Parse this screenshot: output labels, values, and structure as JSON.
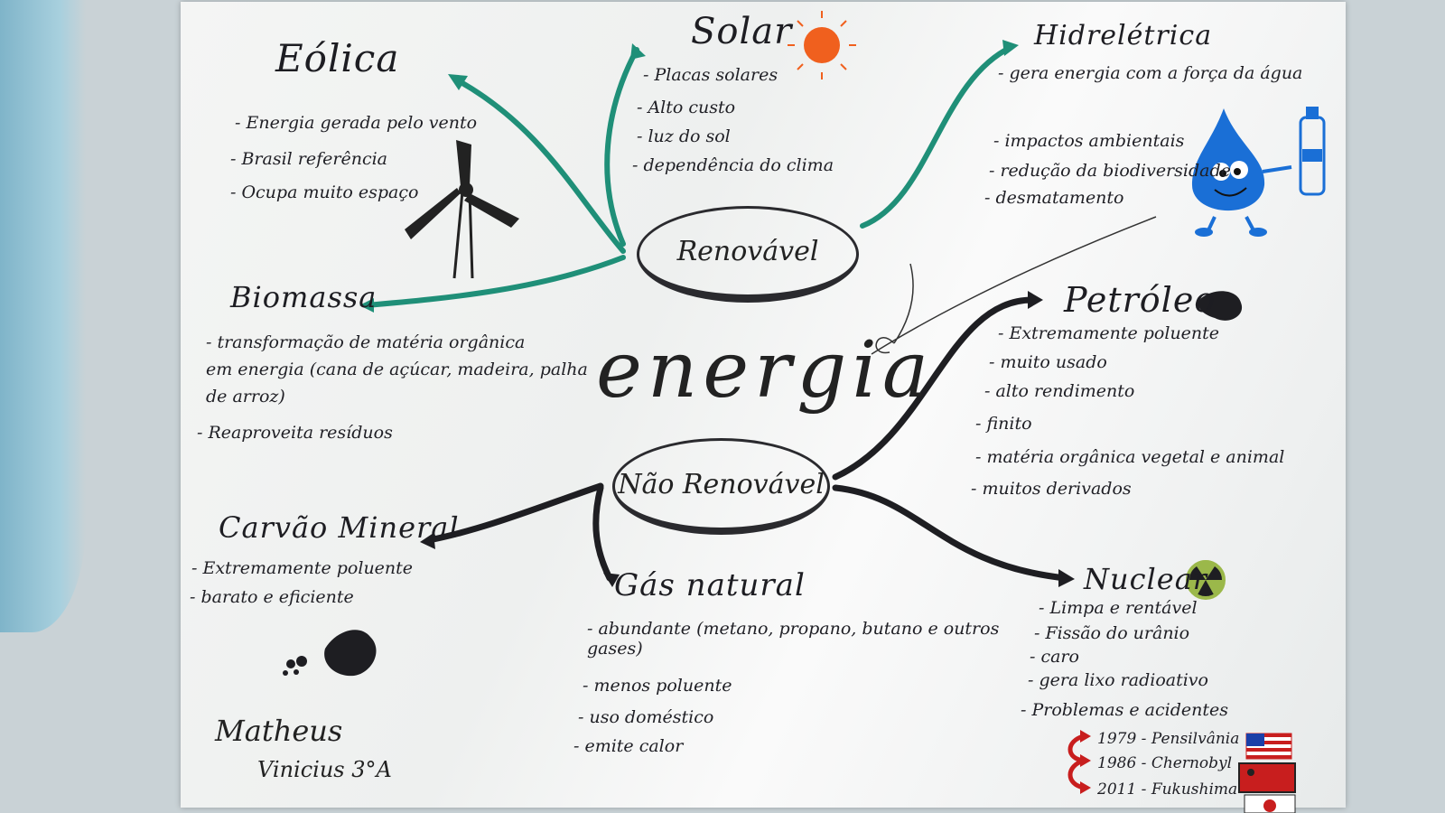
{
  "center": "energia",
  "hubs": {
    "renewable": "Renovável",
    "nonrenewable": "Não Renovável"
  },
  "eolica": {
    "title": "Eólica",
    "items": [
      "- Energia gerada pelo vento",
      "- Brasil referência",
      "- Ocupa muito espaço"
    ]
  },
  "solar": {
    "title": "Solar",
    "items": [
      "- Placas solares",
      "- Alto custo",
      "- luz do sol",
      "- dependência do clima"
    ]
  },
  "hidreletrica": {
    "title": "Hidrelétrica",
    "items": [
      "- gera energia com a força da água",
      "- impactos ambientais",
      "- redução da biodiversidade",
      "- desmatamento"
    ]
  },
  "biomassa": {
    "title": "Biomassa",
    "items": [
      "- transformação de matéria orgânica",
      "em energia (cana de açúcar, madeira, palha",
      "de arroz)",
      "- Reaproveita resíduos"
    ]
  },
  "petroleo": {
    "title": "Petróleo",
    "items": [
      "- Extremamente poluente",
      "- muito usado",
      "- alto rendimento",
      "- finito",
      "- matéria orgânica vegetal e animal",
      "- muitos derivados"
    ]
  },
  "carvao": {
    "title": "Carvão Mineral",
    "items": [
      "- Extremamente poluente",
      "- barato e eficiente"
    ]
  },
  "gas": {
    "title": "Gás natural",
    "items": [
      "- abundante (metano, propano, butano e outros gases)",
      "- menos poluente",
      "- uso doméstico",
      "- emite calor"
    ]
  },
  "nuclear": {
    "title": "Nuclear",
    "items": [
      "- Limpa e rentável",
      "- Fissão do urânio",
      "- caro",
      "- gera lixo radioativo",
      "- Problemas e acidentes"
    ],
    "accidents": [
      "1979 - Pensilvânia",
      "1986 - Chernobyl",
      "2011 - Fukushima"
    ]
  },
  "author": {
    "line1": "Matheus",
    "line2": "Vinicius 3°A"
  },
  "colors": {
    "green": "#1f8f78",
    "ink": "#1e1e22",
    "sun": "#f0601e",
    "water": "#1a6fd6",
    "flag_red": "#c81e1e"
  }
}
